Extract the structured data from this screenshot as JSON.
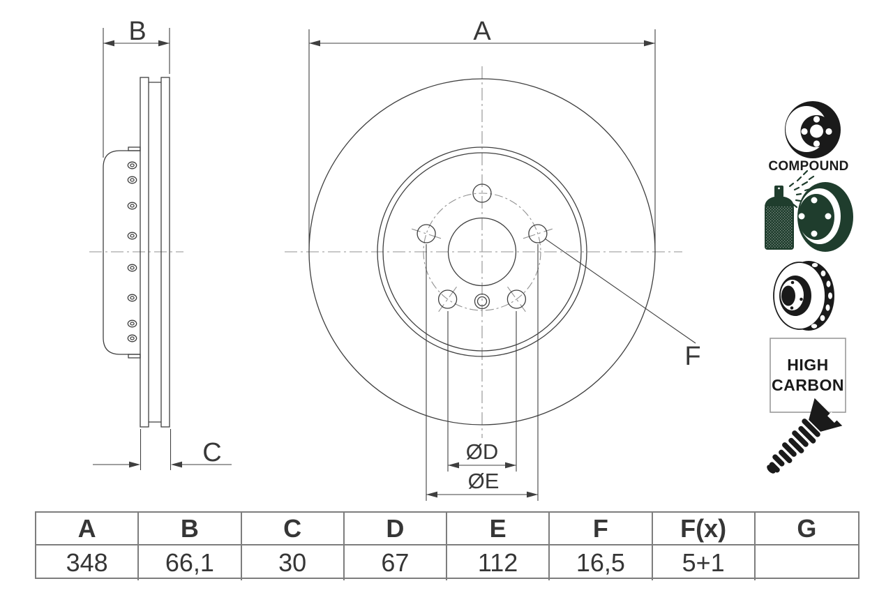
{
  "drawing": {
    "labels": {
      "outer_diameter": "A",
      "total_width": "B",
      "disc_thickness": "C",
      "hole_callout": "F",
      "center_bore": "ØD",
      "bolt_circle": "ØE"
    }
  },
  "icons": {
    "compound_label": "COMPOUND",
    "high_carbon": [
      "HIGH",
      "CARBON"
    ]
  },
  "spec_table": {
    "headers": [
      "A",
      "B",
      "C",
      "D",
      "E",
      "F",
      "F(x)",
      "G"
    ],
    "values": [
      "348",
      "66,1",
      "30",
      "67",
      "112",
      "16,5",
      "5+1",
      ""
    ]
  },
  "colors": {
    "line": "#3f3f3f",
    "centerline": "#919191",
    "icon_black": "#1a1a1a",
    "icon_green": "#1f3d2d",
    "table_border": "#7d7d7d",
    "text": "#383838"
  }
}
